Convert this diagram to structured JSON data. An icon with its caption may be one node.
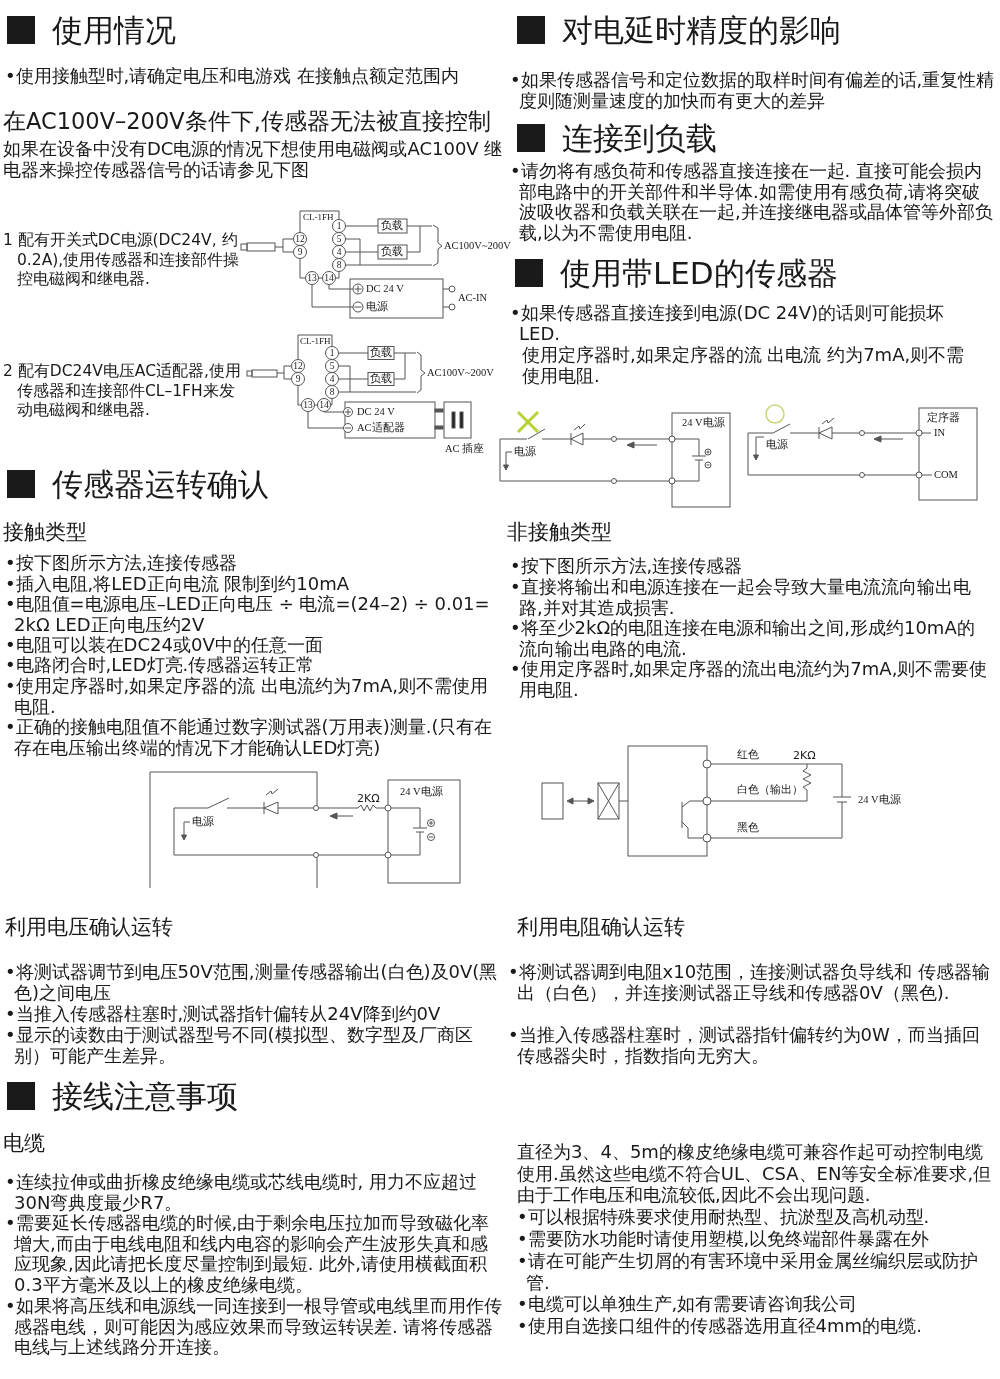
{
  "diagram": {
    "labels": [
      "使用情况",
      "•使用接触型时,请确定电压和电游戏 在接触点额定范围内",
      "在AC100V–200V条件下,传感器无法被直接控制",
      "如果在设备中没有DC电源的情况下想使用电磁阀或AC100V 继电器来操控传感器信号的话请参见下图",
      "1 配有开关式DC电源(DC24V, 约0.2A),使用传感器和连接部件操控电磁阀和继电器.",
      "CL-1FH",
      "12",
      "9",
      "1",
      "5",
      "4",
      "8",
      "13",
      "14",
      "负载",
      "负载",
      "AC100V~200V",
      "DC 24 V",
      "电源",
      "AC-IN",
      "2 配有DC24V电压AC适配器,使用传感器和连接部件CL–1FH来发动电磁阀和继电器.",
      "CL-1FH",
      "12",
      "9",
      "1",
      "5",
      "4",
      "8",
      "13",
      "14",
      "负载",
      "负载",
      "AC100V~200V",
      "DC 24 V",
      "AC适配器",
      "AC 插座",
      "传感器运转确认",
      "接触类型",
      "•按下图所示方法,连接传感器",
      "•插入电阻,将LED正向电流 限制到约10mA",
      "•电阻值=电源电压–LED正向电压 ÷ 电流=(24–2) ÷ 0.01= 2kΩ LED正向电压约2V",
      "•电阻可以装在DC24或0V中的任意一面",
      "•电路闭合时,LED灯亮.传感器运转正常",
      "•使用定序器时,如果定序器的流 出电流约为7mA,则不需使用电阻.",
      "•正确的接触电阻值不能通过数字测试器(万用表)测量.(只有在存在电压输出终端的情况下才能确认LED灯亮)",
      "2KΩ",
      "24 V电源",
      "电源",
      "利用电压确认运转",
      "•将测试器调节到电压50V范围,测量传感器输出(白色)及0V(黑色)之间电压",
      "•当推入传感器柱塞时,测试器指针偏转从24V降到约0V",
      "•显示的读数由于测试器型号不同(模拟型、数字型及厂商区别）可能产生差异。",
      "接线注意事项",
      "电缆",
      "•连续拉伸或曲折橡皮绝缘电缆或芯线电缆时, 用力不应超过30N弯典度最少R7。",
      "•需要延长传感器电缆的时候,由于剩余电压拉加而导致磁化率增大,而由于电线电阻和线内电容的影响会产生波形失真和感应现象,因此请把长度尽量控制到最短. 此外,请使用横截面积0.3平方毫米及以上的橡皮绝缘电缆。",
      "•如果将高压线和电源线一同连接到一根导管或电线里而用作传感器电线，则可能因为感应效果而导致运转误差. 请将传感器电线与上述线路分开连接。",
      "对电延时精度的影响",
      "•如果传感器信号和定位数据的取样时间有偏差的话,重复性精度则随测量速度的加快而有更大的差异",
      "连接到负载",
      "•请勿将有感负荷和传感器直接连接在一起. 直接可能会损内部电路中的开关部件和半导体.如需使用有感负荷,请将突破波吸收器和负载关联在一起,并连接继电器或晶体管等外部负载,以为不需使用电阻.",
      "使用带LED的传感器",
      "•如果传感器直接连接到电源(DC 24V)的话则可能损坏LED.",
      "使用定序器时,如果定序器的流 出电流 约为7mA,则不需使用电阻.",
      "24 V电源",
      "电源",
      "定序器",
      "IN",
      "COM",
      "电源",
      "非接触类型",
      "•按下图所示方法,连接传感器",
      "•直接将输出和电源连接在一起会导致大量电流流向输出电路,并对其造成损害.",
      "•将至少2kΩ的电阻连接在电源和输出之间,形成约10mA的流向输出电路的电流.",
      "•使用定序器时,如果定序器的流出电流约为7mA,则不需要使用电阻.",
      "红色",
      "2KΩ",
      "白色（输出）",
      "黑色",
      "24 V电源",
      "利用电阻确认运转",
      "•将测试器调到电阻x10范围，连接测试器负导线和 传感器输出（白色），并连接测试器正导线和传感器0V（黑色).",
      "•当推入传感器柱塞时，测试器指针偏转约为0W，而当插回传感器尖时，指数指向无穷大。",
      "直径为3、4、5m的橡皮绝缘电缆可兼容作起可动控制电缆使用.虽然这些电缆不符合UL、CSA、EN等安全标准要求,但由于工作电压和电流较低,因此不会出现问题.",
      "•可以根据特殊要求使用耐热型、抗淤型及高机动型.",
      "•需要防水功能时请使用塑模,以免终端部件暴露在外",
      "•请在可能产生切屑的有害环境中采用金属丝编织层或防护管.",
      "•电缆可以单独生产,如有需要请咨询我公司",
      "•使用自选接口组件的传感器选用直径4mm的电缆."
    ]
  }
}
